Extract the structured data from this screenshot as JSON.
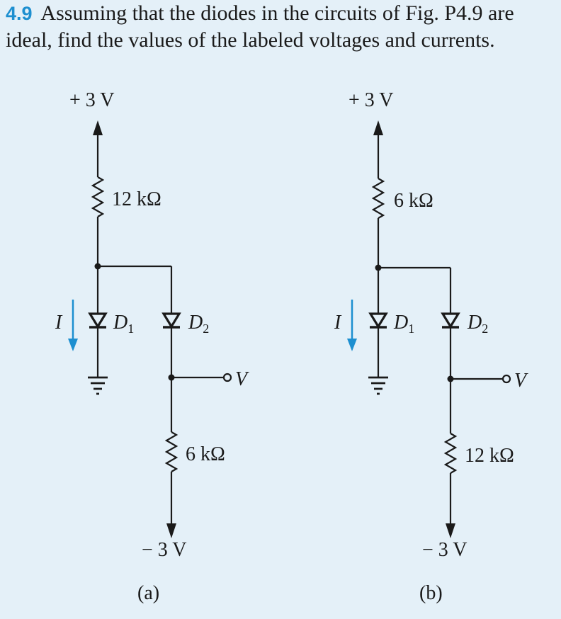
{
  "problem": {
    "number": "4.9",
    "text": "Assuming that the diodes in the circuits of Fig. P4.9 are ideal, find the values of the labeled voltages and currents."
  },
  "colors": {
    "accent": "#1d8fd0",
    "wire": "#1a1a1a",
    "background": "#e4f0f8"
  },
  "circuits": [
    {
      "id": "a",
      "caption": "(a)",
      "top_supply": "+ 3 V",
      "bottom_supply": "− 3 V",
      "top_resistor": "12 kΩ",
      "bottom_resistor": "6 kΩ",
      "diode1": {
        "letter": "D",
        "sub": "1"
      },
      "diode2": {
        "letter": "D",
        "sub": "2"
      },
      "current_label": "I",
      "voltage_label": "V"
    },
    {
      "id": "b",
      "caption": "(b)",
      "top_supply": "+ 3 V",
      "bottom_supply": "− 3 V",
      "top_resistor": "6 kΩ",
      "bottom_resistor": "12 kΩ",
      "diode1": {
        "letter": "D",
        "sub": "1"
      },
      "diode2": {
        "letter": "D",
        "sub": "2"
      },
      "current_label": "I",
      "voltage_label": "V"
    }
  ]
}
